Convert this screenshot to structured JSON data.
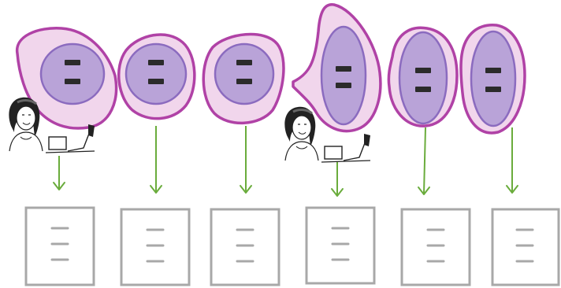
{
  "colors": {
    "cell_fill": "#f1d6ec",
    "cell_outline": "#b042a6",
    "nucleus_fill": "#b9a3d8",
    "nucleus_outline": "#8b6bbf",
    "chromatin": "#2b2b2b",
    "arrow": "#6aac3c",
    "document_outline": "#a8a8a8",
    "document_lines": "#a8a8a8"
  },
  "cells": [
    {
      "name": "cell-1",
      "shape": "irregular-round",
      "nucleus": "round",
      "bars": 2
    },
    {
      "name": "cell-2",
      "shape": "round",
      "nucleus": "round",
      "bars": 2
    },
    {
      "name": "cell-3",
      "shape": "round",
      "nucleus": "round",
      "bars": 2
    },
    {
      "name": "cell-4",
      "shape": "elongated-pointed",
      "nucleus": "oval",
      "bars": 2
    },
    {
      "name": "cell-5",
      "shape": "oval",
      "nucleus": "oval",
      "bars": 2
    },
    {
      "name": "cell-6",
      "shape": "oval",
      "nucleus": "oval",
      "bars": 2
    }
  ],
  "observers": [
    {
      "name": "scientist-at-microscope-1",
      "icon": "scientist-icon"
    },
    {
      "name": "scientist-at-microscope-2",
      "icon": "scientist-icon"
    }
  ],
  "documents": [
    {
      "name": "report-1",
      "lines": 3
    },
    {
      "name": "report-2",
      "lines": 3
    },
    {
      "name": "report-3",
      "lines": 3
    },
    {
      "name": "report-4",
      "lines": 3
    },
    {
      "name": "report-5",
      "lines": 3
    },
    {
      "name": "report-6",
      "lines": 3
    }
  ]
}
